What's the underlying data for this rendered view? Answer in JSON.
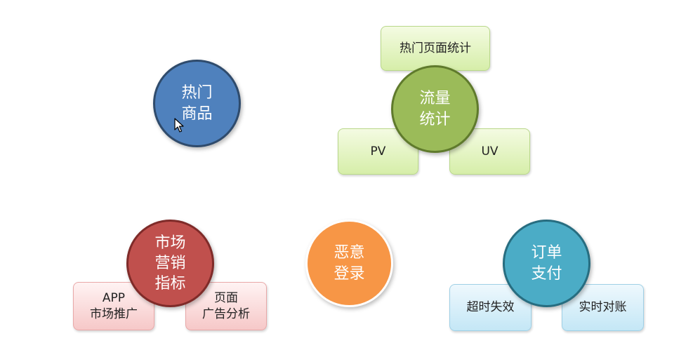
{
  "hot_goods": {
    "line1": "热门",
    "line2": "商品"
  },
  "traffic": {
    "center": {
      "line1": "流量",
      "line2": "统计"
    },
    "top": "热门页面统计",
    "left": "PV",
    "right": "UV"
  },
  "marketing": {
    "center": {
      "line1": "市场",
      "line2": "营销",
      "line3": "指标"
    },
    "left": {
      "line1": "APP",
      "line2": "市场推广"
    },
    "right": {
      "line1": "页面",
      "line2": "广告分析"
    }
  },
  "malicious_login": {
    "line1": "恶意",
    "line2": "登录"
  },
  "order_payment": {
    "center": {
      "line1": "订单",
      "line2": "支付"
    },
    "left": "超时失效",
    "right": "实时对账"
  },
  "colors": {
    "hot_goods": "#4f81bd",
    "traffic": "#9bbb59",
    "marketing": "#c0504d",
    "malicious_login": "#f79646",
    "order_payment": "#4bacc6"
  }
}
